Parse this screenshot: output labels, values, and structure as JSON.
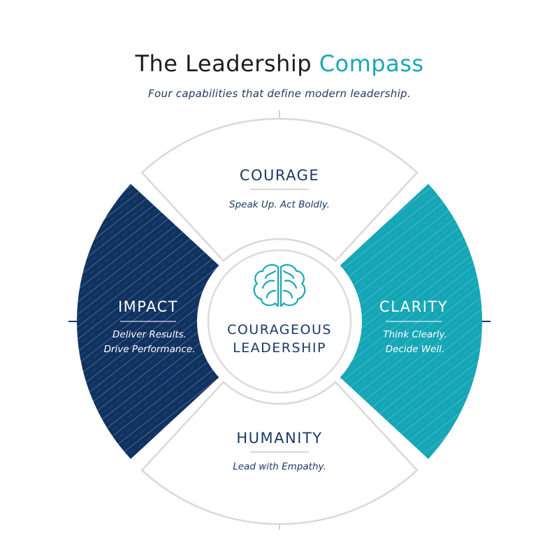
{
  "title": {
    "main": "The Leadership",
    "accent": "Compass"
  },
  "subtitle": "Four capabilities that define modern leadership.",
  "center": {
    "line1": "COURAGEOUS",
    "line2": "LEADERSHIP",
    "icon": "brain-icon"
  },
  "segments": {
    "top": {
      "title": "COURAGE",
      "lines": [
        "Speak Up. Act Boldly."
      ]
    },
    "left": {
      "title": "IMPACT",
      "lines": [
        "Deliver Results.",
        "Drive Performance."
      ]
    },
    "right": {
      "title": "CLARITY",
      "lines": [
        "Think Clearly.",
        "Decide Well."
      ]
    },
    "bottom": {
      "title": "HUMANITY",
      "lines": [
        "Lead with Empathy."
      ]
    }
  },
  "colors": {
    "navy": "#0f3260",
    "teal": "#15a6b6",
    "text_dark": "#1c3a66",
    "outline": "#d9d9d9",
    "accent": "#1aa7b5"
  }
}
